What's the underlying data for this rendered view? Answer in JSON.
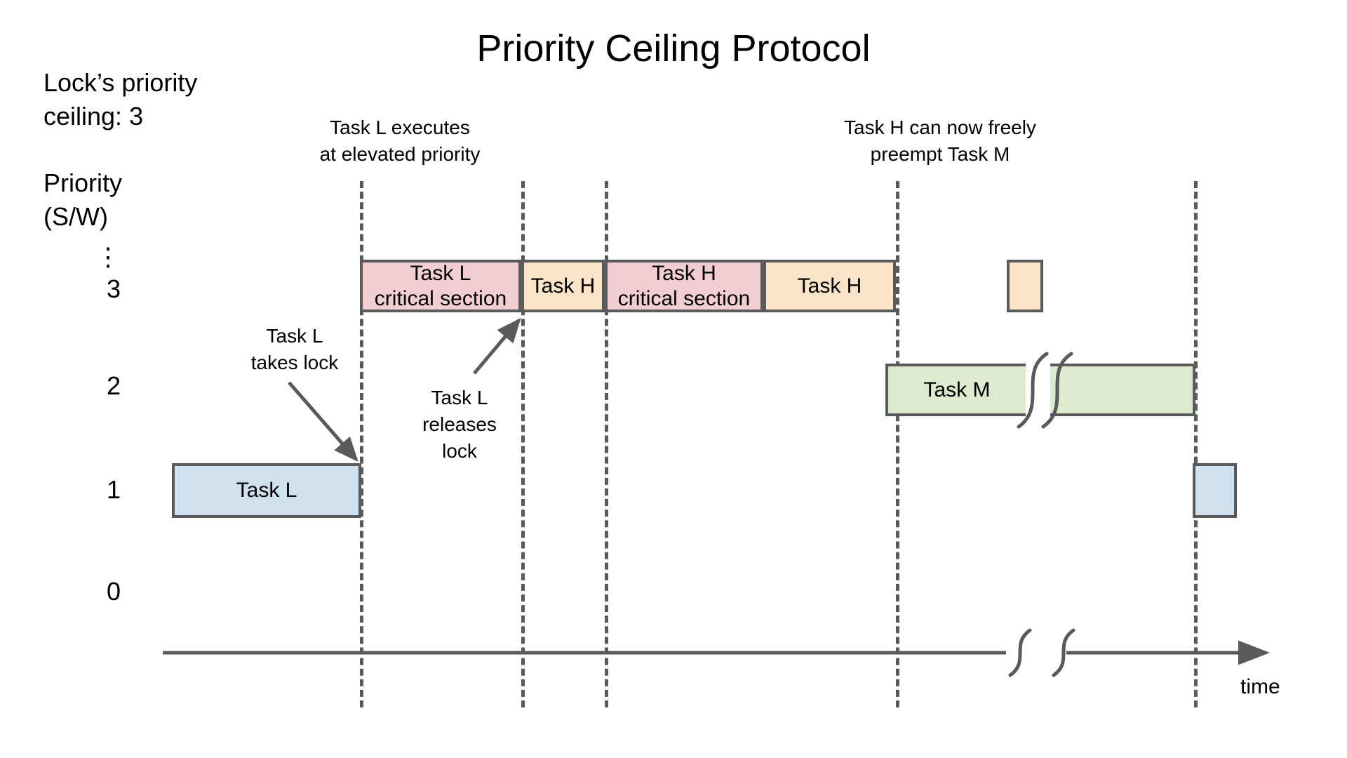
{
  "title": "Priority Ceiling Protocol",
  "lock_note": "Lock’s priority\nceiling: 3",
  "axis": {
    "y_label": "Priority\n(S/W)",
    "y_ticks": [
      "⋮",
      "3",
      "2",
      "1",
      "0"
    ],
    "x_label": "time"
  },
  "notes": {
    "left": "Task L executes\nat elevated priority",
    "right": "Task H can now freely\npreempt Task M"
  },
  "annotations": {
    "takes_lock": "Task L\ntakes lock",
    "releases_lock": "Task L\nreleases\nlock"
  },
  "colors": {
    "critical_section": "#f2cdd1",
    "task_h": "#fae5ca",
    "task_m": "#dceacf",
    "task_l": "#cfe0ef",
    "stroke": "#5a5a5a"
  },
  "chart_data": {
    "type": "table",
    "title": "Priority Ceiling Protocol",
    "xlabel": "time",
    "ylabel": "Priority (S/W)",
    "ylim": [
      0,
      3
    ],
    "grid": false,
    "legend": "none",
    "categories": [
      "0",
      "1",
      "2",
      "3"
    ],
    "blocks": [
      {
        "label": "Task L",
        "priority": 1,
        "color": "#cfe0ef",
        "t_start": 0,
        "t_end": 1
      },
      {
        "label": "Task L\ncritical section",
        "priority": 3,
        "color": "#f2cdd1",
        "t_start": 1,
        "t_end": 2
      },
      {
        "label": "Task H",
        "priority": 3,
        "color": "#fae5ca",
        "t_start": 2,
        "t_end": 2.5
      },
      {
        "label": "Task H\ncritical section",
        "priority": 3,
        "color": "#f2cdd1",
        "t_start": 2.5,
        "t_end": 3.5
      },
      {
        "label": "Task H",
        "priority": 3,
        "color": "#fae5ca",
        "t_start": 3.5,
        "t_end": 4
      },
      {
        "label": "Task M",
        "priority": 2,
        "color": "#dceacf",
        "t_start": 4,
        "t_end": 5
      },
      {
        "label": "",
        "priority": 2,
        "color": "#dceacf",
        "t_start": 5.2,
        "t_end": 6
      },
      {
        "label": "",
        "priority": 3,
        "color": "#fae5ca",
        "t_start": 4.6,
        "t_end": 4.8
      },
      {
        "label": "",
        "priority": 1,
        "color": "#cfe0ef",
        "t_start": 6,
        "t_end": 6.3
      }
    ],
    "markers": [
      {
        "label": "Task L takes lock",
        "t": 1
      },
      {
        "label": "Task L releases lock",
        "t": 2
      },
      {
        "label": "Task L executes at elevated priority",
        "t_from": 1,
        "t_to": 2
      },
      {
        "label": "Task H can now freely preempt Task M",
        "t": 4.7
      }
    ]
  },
  "labels": {
    "task_l": "Task L",
    "task_l_cs": "Task L\ncritical section",
    "task_h": "Task H",
    "task_h_cs": "Task H\ncritical section",
    "task_m": "Task M"
  }
}
